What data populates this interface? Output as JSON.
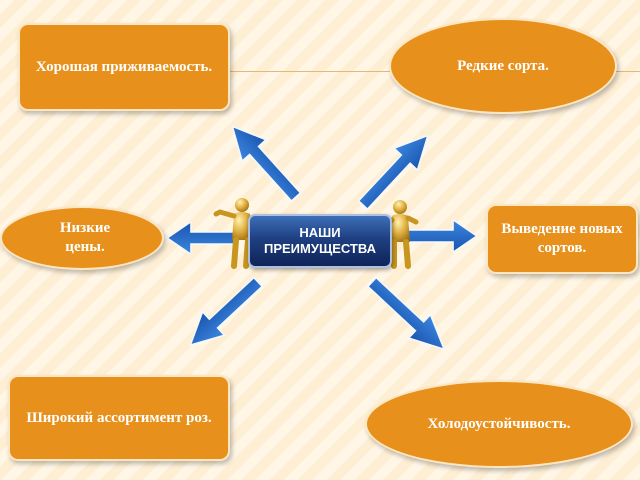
{
  "center": {
    "line1": "НАШИ",
    "line2": "ПРЕИМУЩЕСТВА"
  },
  "advantages": [
    {
      "label": "Хорошая приживаемость."
    },
    {
      "label": "Редкие сорта."
    },
    {
      "label": "Низкие цены."
    },
    {
      "label": "Выведение новых сортов."
    },
    {
      "label": "Широкий ассортимент роз."
    },
    {
      "label": "Холодоустойчивость."
    }
  ],
  "colors": {
    "box": "#e8901c",
    "arrow": "#1f63c2",
    "center": "#1f3f82"
  }
}
